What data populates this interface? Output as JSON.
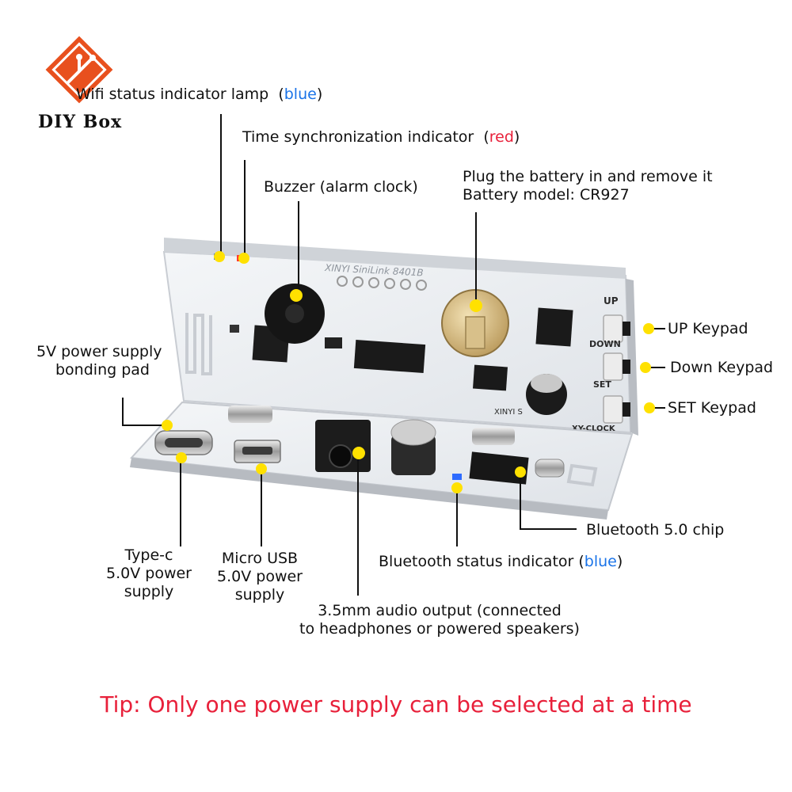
{
  "brand": {
    "name": "DIY Box"
  },
  "board": {
    "silkscreen_top": "XINYI SiniLink 8401B",
    "silk_up": "UP",
    "silk_down": "DOWN",
    "silk_set": "SET",
    "silk_brand": "XINYI S",
    "silk_model": "XY-CLOCK"
  },
  "labels": {
    "wifi": {
      "text": "Wifi status indicator lamp",
      "color_word": "blue"
    },
    "timesync": {
      "text": "Time synchronization indicator",
      "color_word": "red"
    },
    "buzzer": "Buzzer (alarm clock)",
    "battery_line1": "Plug the battery in and remove it",
    "battery_line2": "Battery model: CR927",
    "up_keypad": "UP Keypad",
    "down_keypad": "Down Keypad",
    "set_keypad": "SET Keypad",
    "pad_line1": "5V power supply",
    "pad_line2": "bonding pad",
    "typec_line1": "Type-c",
    "typec_line2": "5.0V power",
    "typec_line3": "supply",
    "micro_line1": "Micro USB",
    "micro_line2": "5.0V power",
    "micro_line3": "supply",
    "audio_line1": "3.5mm audio output (connected",
    "audio_line2": "to headphones or powered speakers)",
    "bt_indicator": {
      "text": "Bluetooth status indicator",
      "color_word": "blue"
    },
    "bt_chip": "Bluetooth 5.0 chip"
  },
  "tip": "Tip: Only one power supply can be selected at a time",
  "colors": {
    "marker": "#ffe100",
    "blue_text": "#1a73e8",
    "red_text": "#e8203a",
    "logo": "#e8501e"
  }
}
